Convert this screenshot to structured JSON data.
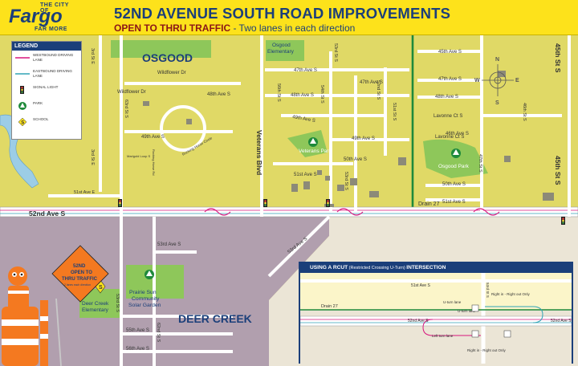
{
  "logo": {
    "top_text": "THE CITY OF",
    "name": "Fargo",
    "tagline": "FAR MORE"
  },
  "header": {
    "title": "52ND AVENUE SOUTH ROAD IMPROVEMENTS",
    "subtitle_bold": "OPEN TO THRU TRAFFIC",
    "subtitle_rest": " - Two lanes in each direction"
  },
  "legend": {
    "title": "LEGEND",
    "items": [
      {
        "label": "Westbound driving lane",
        "icon": "westbound-lane-line"
      },
      {
        "label": "Eastbound driving lane",
        "icon": "eastbound-lane-line"
      },
      {
        "label": "Signal light",
        "icon": "signal-light-icon"
      },
      {
        "label": "Park",
        "icon": "park-icon"
      },
      {
        "label": "School",
        "icon": "school-icon"
      }
    ]
  },
  "areas": {
    "osgood": "OSGOOD",
    "deer_creek": "DEER CREEK"
  },
  "places": {
    "osgood_elementary": [
      "Osgood",
      "Elementary"
    ],
    "veterans_park": "Veterans Park",
    "osgood_park": "Osgood Park",
    "prairie_sun": [
      "Prairie Sun",
      "Community",
      "Solar Garden"
    ],
    "deer_creek_elementary": [
      "Deer Creek",
      "Elementary"
    ]
  },
  "streets": {
    "ave_52": "52nd Ave S",
    "veterans_blvd": "Veterans Blvd",
    "st_45": "45th St S",
    "drain_27": "Drain 27",
    "st_3rd_e_a": "3rd St E",
    "st_3rd_e_b": "3rd St E",
    "ave_51_e": "51st Ave E",
    "wildflower_1": "Wildflower Dr",
    "wildflower_2": "Wildflower Dr",
    "rocking_horse": "Rocking Horse Circle",
    "ave_48_a": "48th Ave S",
    "ave_48_b": "48th Ave S",
    "ave_49_a": "49th Ave S",
    "ave_49_b": "49th Ave S",
    "ave_49_c": "49th Ave S",
    "marigold": "Marigold Loop S",
    "rocking_horse_rd": "Rocking Horse Rd",
    "ave_47_a": "47th Ave S",
    "ave_47_b": "47th Ave S",
    "ave_47_c": "47th Ave S",
    "ave_50_a": "50th Ave S",
    "ave_50_b": "50th Ave S",
    "ave_51_a": "51st Ave S",
    "ave_51_b": "51st Ave S",
    "ave_45": "45th Ave S",
    "ave_46": "46th Ave S",
    "ave_48_c": "48th Ave S",
    "lavonne_1": "Lavonne Ct S",
    "lavonne_2": "Lavonne Ct S",
    "st_56th": "56th St S",
    "st_53rd_a": "53rd St S",
    "st_53rd_b": "53rd St S",
    "st_54th": "54th St S",
    "st_52nd": "52nd St S",
    "st_51st": "51st St S",
    "st_46th": "46th St S",
    "st_47th": "47th St S",
    "st_63rd": "63rd St S",
    "st_62nd": "62nd St S",
    "st_53rd_c": "53rd St S",
    "ave_53": "53rd Ave S",
    "ave_53_diag": "53rd Ave S",
    "ave_55": "55th Ave S",
    "ave_56": "56th Ave S",
    "st_45_lower": "45th St S"
  },
  "compass": {
    "n": "N",
    "s": "S",
    "e": "E",
    "w": "W"
  },
  "mascot_sign": {
    "line1": "52ND",
    "line2": "OPEN TO",
    "line3": "THRU TRAFFIC",
    "line4": "2 lanes each direction"
  },
  "inset": {
    "title_bold": "USING A RCUT",
    "title_note": " (Restricted Crossing U-Turn) ",
    "title_end": "INTERSECTION",
    "street_51": "51st Ave S",
    "drain": "Drain 27",
    "ave_52": "52nd Ave S",
    "st_53": "53rd St S",
    "u_turn_1": "U-turn lane",
    "u_turn_2": "U-turn lane",
    "left_turn": "Left turn lane",
    "right_in_out_1": "Right in - Right out Only",
    "right_in_out_2": "Right in - Right out Only"
  },
  "colors": {
    "header_yellow": "#fde21b",
    "residential_yellow": "#e0d966",
    "commercial_purple": "#b19fae",
    "rural_tan": "#ebe5d6",
    "park_green": "#8ec75a",
    "road_white": "#ffffff",
    "drain_green": "#1f8a3b",
    "water_blue": "#9ccde6",
    "brand_blue": "#1b3f7a"
  }
}
